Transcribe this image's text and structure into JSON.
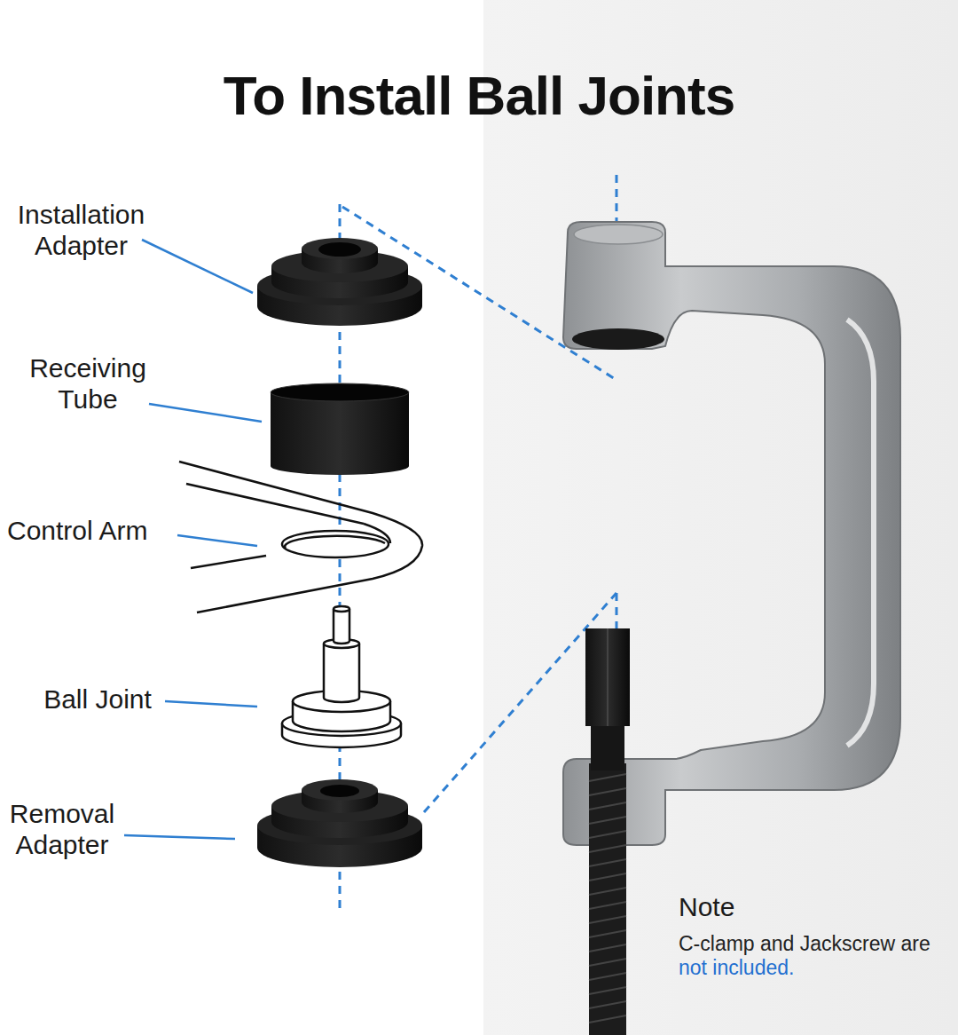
{
  "diagram": {
    "title": "To Install Ball Joints",
    "labels": [
      "Installation Adapter",
      "Receiving Tube",
      "Control Arm",
      "Ball Joint",
      "Removal Adapter",
      "Note",
      "C-clamp and Jackscrew are",
      "not included."
    ]
  }
}
